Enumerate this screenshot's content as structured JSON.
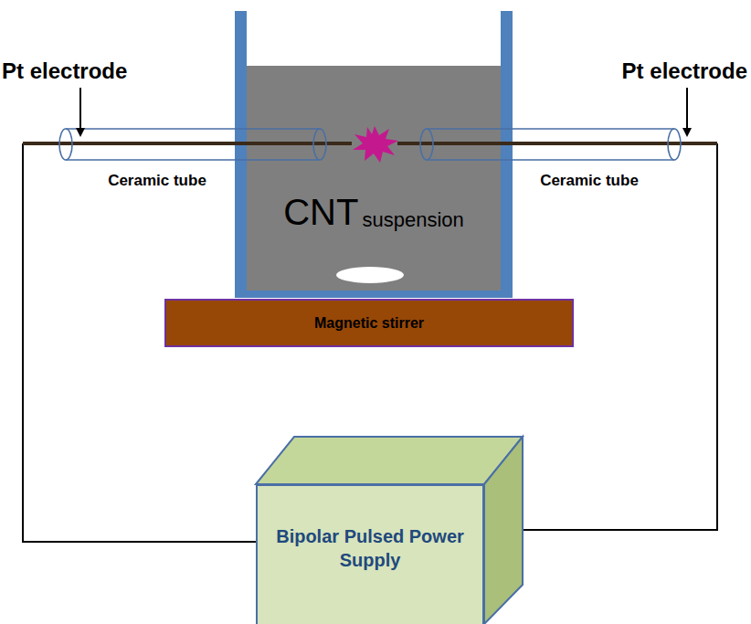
{
  "diagram": {
    "nodes": [
      {
        "text": [
          "CNT",
          "suspension"
        ]
      },
      {
        "text": [
          "Magnetic stirrer"
        ]
      },
      {
        "text": [
          "Bipolar Pulsed Power Supply"
        ]
      }
    ],
    "labels": [
      "Pt electrode",
      "Pt electrode",
      "Ceramic tube",
      "Ceramic tube"
    ]
  }
}
